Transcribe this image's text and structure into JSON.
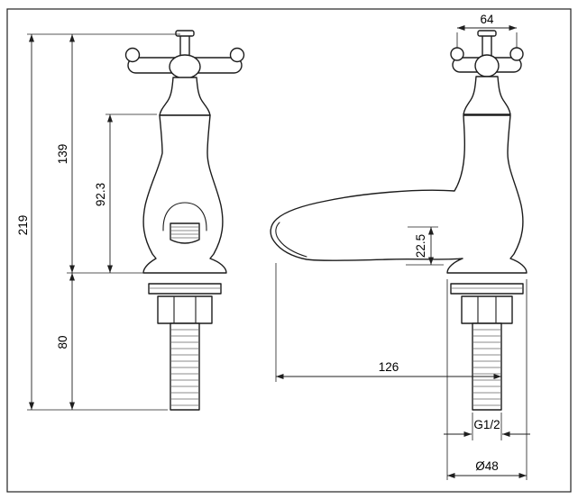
{
  "drawing": {
    "background": "#ffffff",
    "line_color": "#1c1c1c"
  },
  "dimensions": {
    "handle_width": "64",
    "overall_height": "219",
    "height_above_deck": "139",
    "body_height": "92.3",
    "shank_length": "80",
    "outlet_height": "22.5",
    "spout_reach": "126",
    "thread_size": "G1/2",
    "base_diameter": "Ø48"
  }
}
